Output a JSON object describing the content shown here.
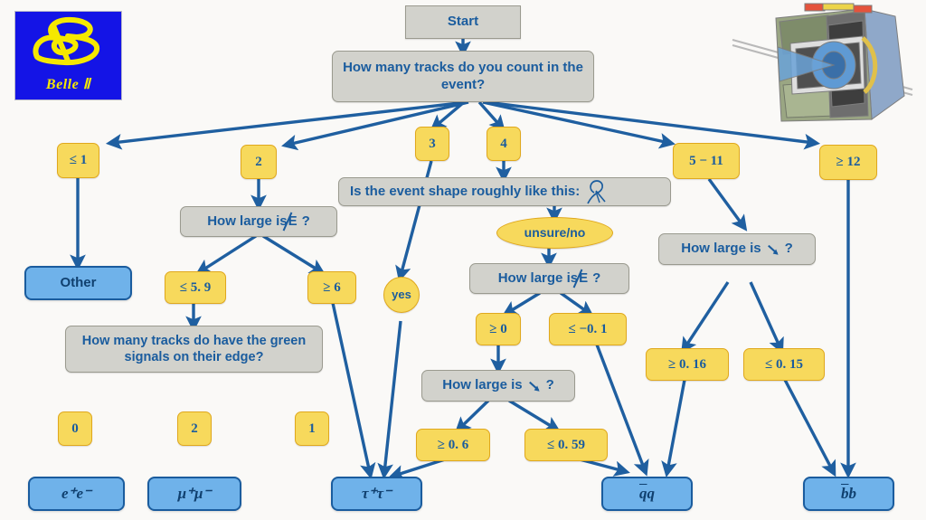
{
  "logo": {
    "name": "Belle II",
    "text": "Belle Ⅱ",
    "bg_color": "#1414e6",
    "fg_color": "#f5e800"
  },
  "detector": {
    "alt": "Belle II detector cutaway render"
  },
  "colors": {
    "background": "#faf9f7",
    "question_fill": "#d2d2cc",
    "question_border": "#9a9a8f",
    "decision_fill": "#f7d95c",
    "decision_border": "#e0a81d",
    "result_fill": "#6fb2ea",
    "result_border": "#1a5c9e",
    "text_blue": "#1a5c9e",
    "arrow_blue": "#1f5fa0"
  },
  "nodes": {
    "start": "Start",
    "q_tracks": "How many tracks do you count in the event?",
    "q_shape": "Is the event shape roughly like this:",
    "q_missing_e_left": "How large is",
    "q_missing_e_mid": "How large is",
    "q_thrust_right": "How large is",
    "q_thrust_mid": "How large is",
    "q_green_signals": "How many tracks do have the green signals on their edge?",
    "question_mark": "?",
    "missing_e_symbol": "E",
    "thrust_symbol": "thrust-arrow"
  },
  "decisions": {
    "le1": "≤ 1",
    "two": "2",
    "three": "3",
    "four": "4",
    "five_eleven": "5 − 11",
    "ge12": "≥ 12",
    "le59": "≤ 5. 9",
    "ge6": "≥ 6",
    "yes": "yes",
    "unsure_no": "unsure/no",
    "ge0": "≥ 0",
    "le_m01": "≤ −0. 1",
    "ge06": "≥ 0. 6",
    "le059": "≤ 0. 59",
    "ge016": "≥ 0. 16",
    "le015": "≤ 0. 15",
    "zero": "0",
    "two_b": "2",
    "one": "1"
  },
  "results": {
    "other": "Other",
    "ee": "e⁺e⁻",
    "mumu": "μ⁺μ⁻",
    "tautau": "τ⁺τ⁻",
    "qq": "q̄q",
    "bb": "b̄b"
  }
}
